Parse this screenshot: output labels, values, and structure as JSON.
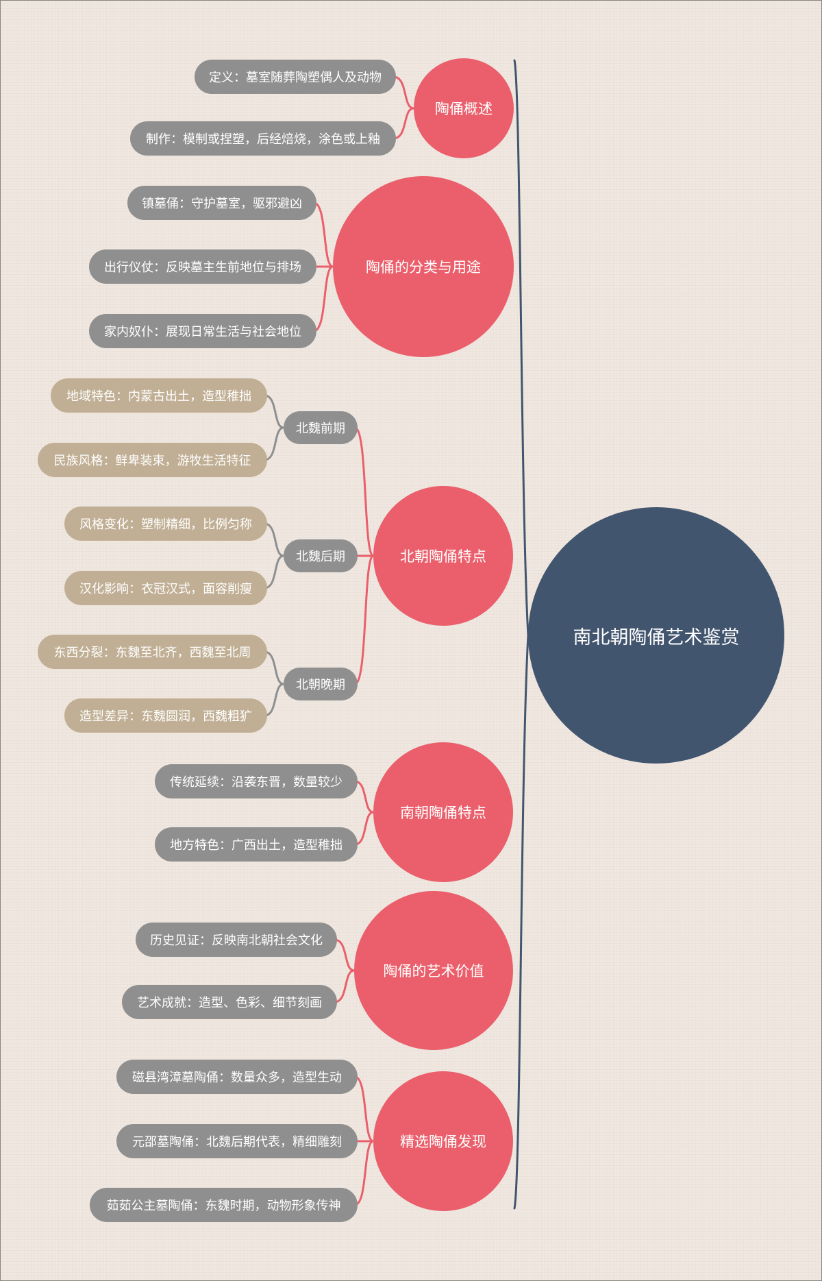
{
  "title": "南北朝陶俑艺术鉴赏",
  "colors": {
    "root": "#42556f",
    "branch": "#ea5f6b",
    "sub": "#8f8f8f",
    "leaf_grey": "#8f8f8f",
    "leaf_tan": "#c0af94",
    "background": "#efe7e0"
  },
  "branches": [
    {
      "label": "陶俑概述",
      "leaves": [
        "定义：墓室随葬陶塑偶人及动物",
        "制作：模制或捏塑，后经焙烧，涂色或上釉"
      ]
    },
    {
      "label": "陶俑的分类与用途",
      "leaves": [
        "镇墓俑：守护墓室，驱邪避凶",
        "出行仪仗：反映墓主生前地位与排场",
        "家内奴仆：展现日常生活与社会地位"
      ]
    },
    {
      "label": "北朝陶俑特点",
      "subs": [
        {
          "label": "北魏前期",
          "leaves": [
            "地域特色：内蒙古出土，造型稚拙",
            "民族风格：鲜卑装束，游牧生活特征"
          ]
        },
        {
          "label": "北魏后期",
          "leaves": [
            "风格变化：塑制精细，比例匀称",
            "汉化影响：衣冠汉式，面容削瘦"
          ]
        },
        {
          "label": "北朝晚期",
          "leaves": [
            "东西分裂：东魏至北齐，西魏至北周",
            "造型差异：东魏圆润，西魏粗犷"
          ]
        }
      ]
    },
    {
      "label": "南朝陶俑特点",
      "leaves": [
        "传统延续：沿袭东晋，数量较少",
        "地方特色：广西出土，造型稚拙"
      ]
    },
    {
      "label": "陶俑的艺术价值",
      "leaves": [
        "历史见证：反映南北朝社会文化",
        "艺术成就：造型、色彩、细节刻画"
      ]
    },
    {
      "label": "精选陶俑发现",
      "leaves": [
        "磁县湾漳墓陶俑：数量众多，造型生动",
        "元邵墓陶俑：北魏后期代表，精细雕刻",
        "茹茹公主墓陶俑：东魏时期，动物形象传神"
      ]
    }
  ]
}
